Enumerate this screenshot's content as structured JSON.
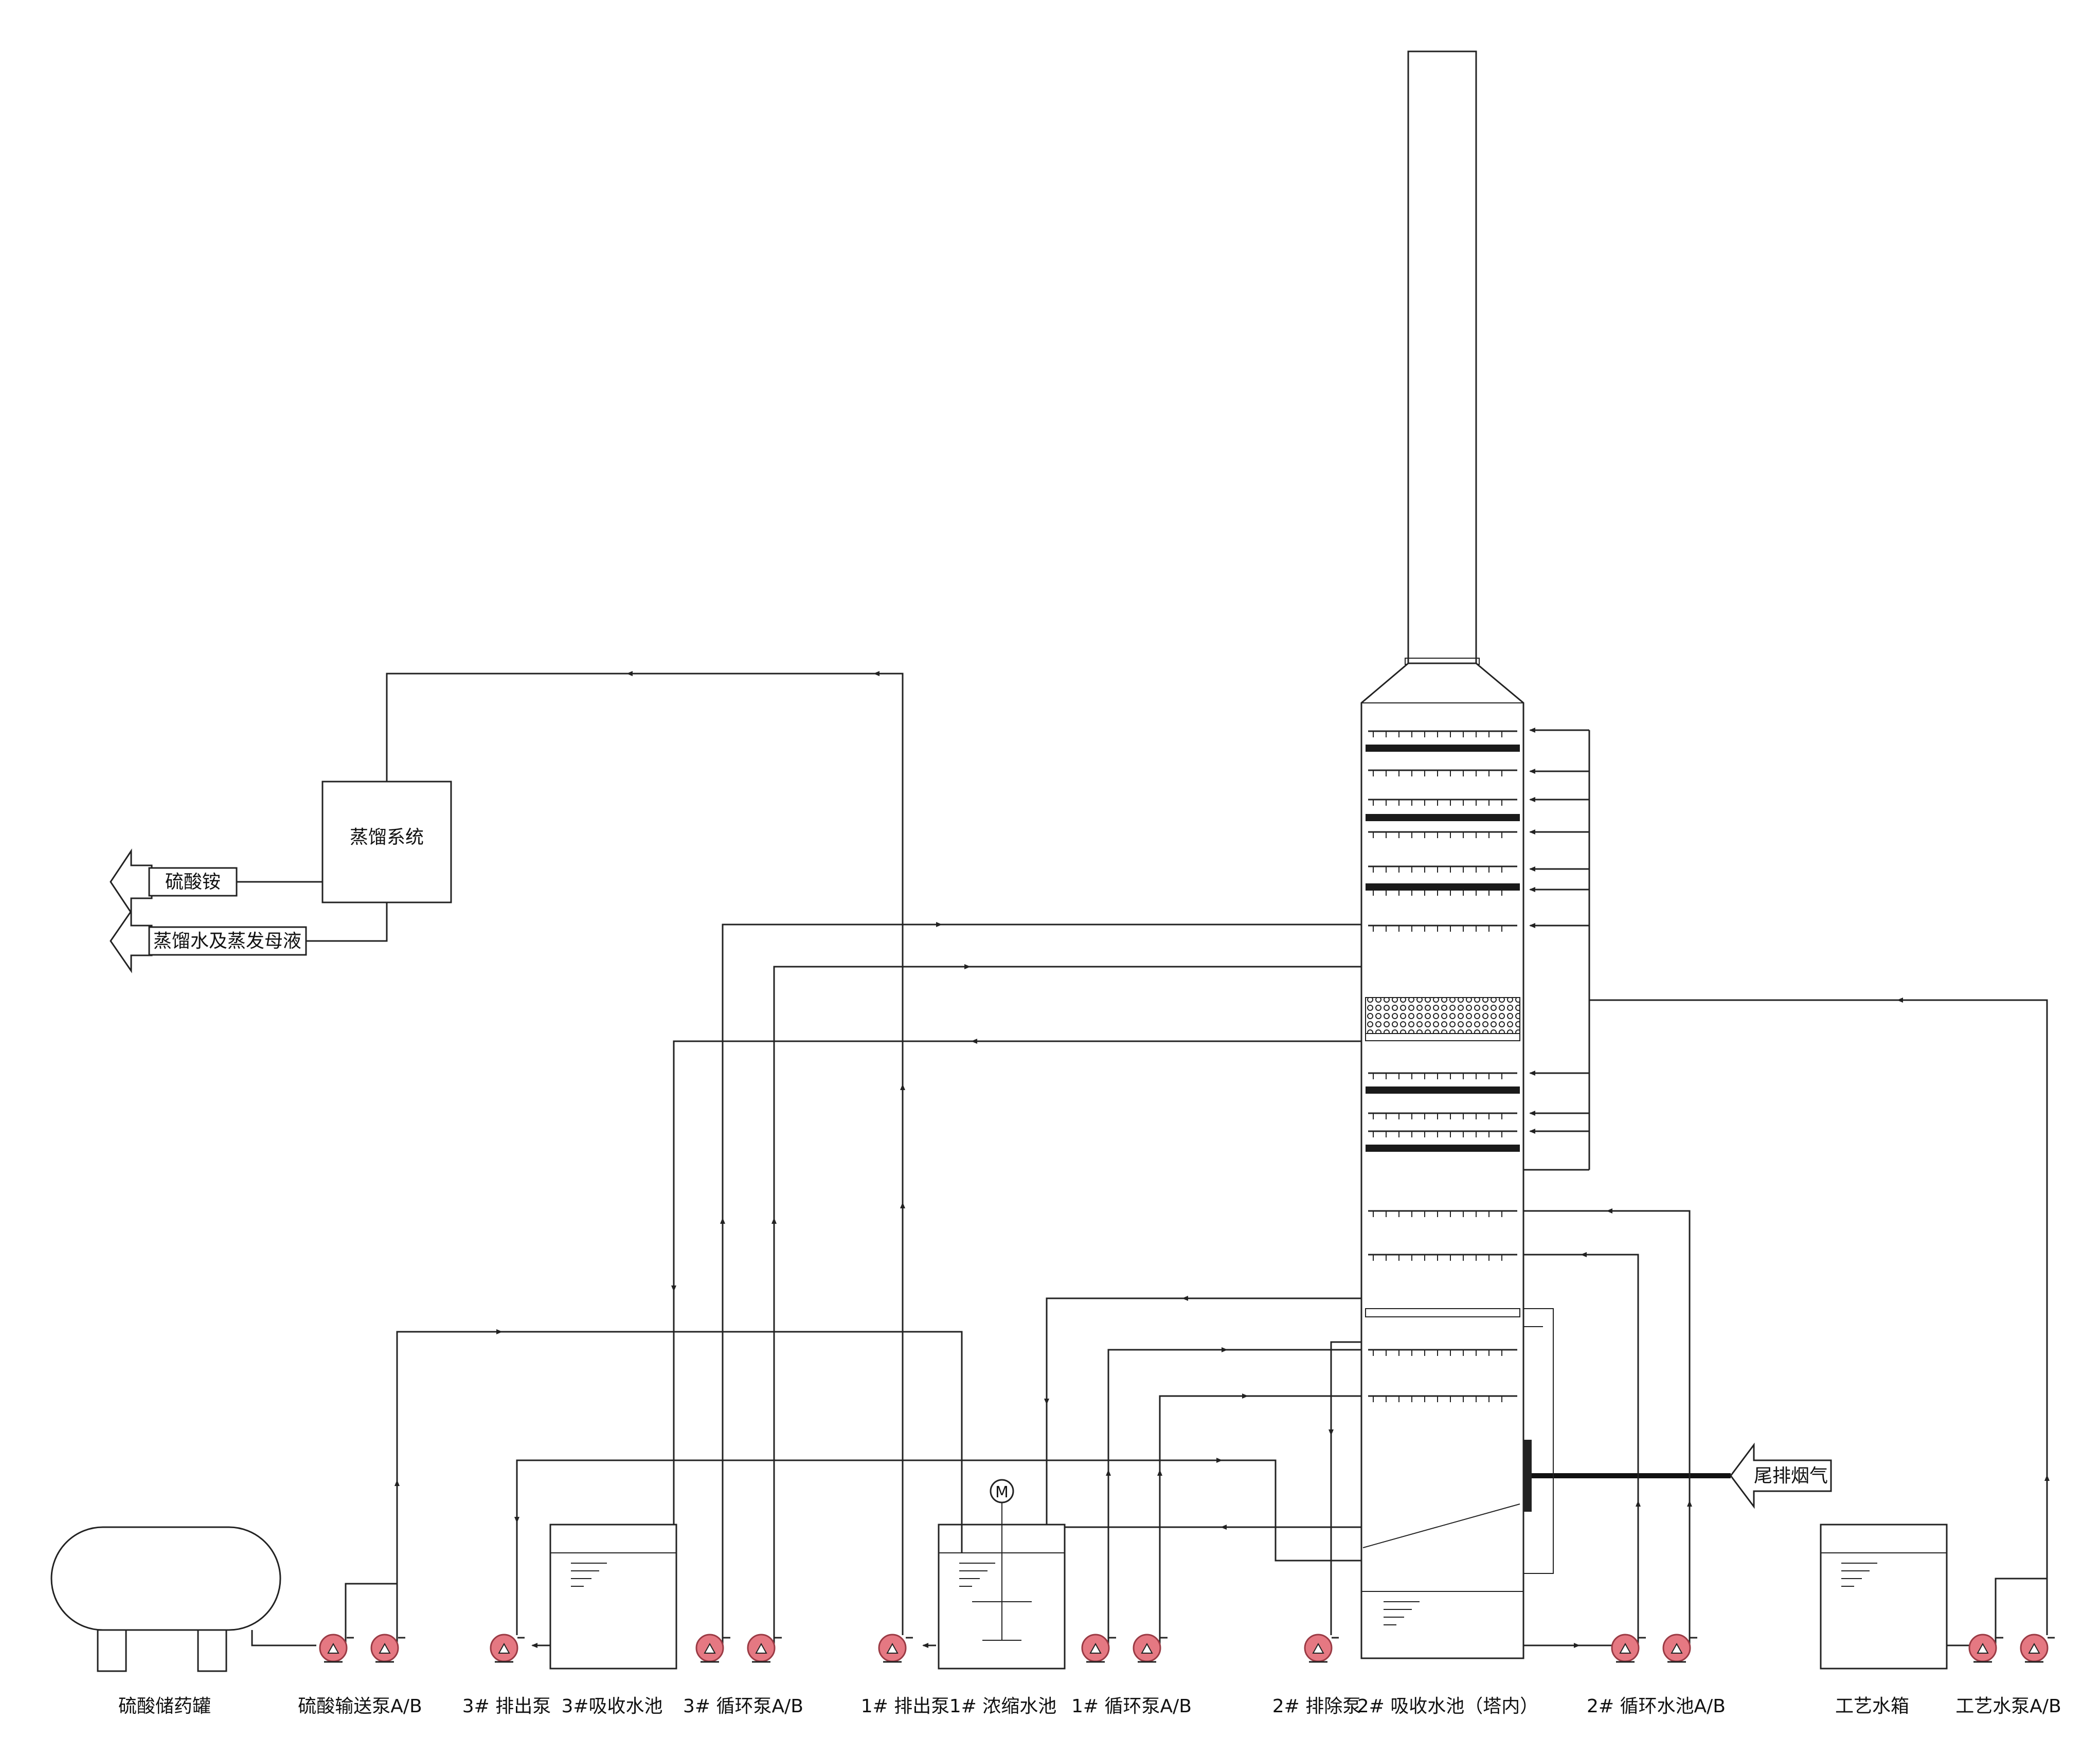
{
  "labels": {
    "sulfuric_tank": "硫酸储药罐",
    "sulfuric_pumps": "硫酸输送泵A/B",
    "pump3_out": "3# 排出泵",
    "pool3": "3#吸收水池",
    "pump3_circ": "3# 循环泵A/B",
    "pump1_out": "1# 排出泵",
    "pool1": "1# 浓缩水池",
    "pump1_circ": "1# 循环泵A/B",
    "pump2_out": "2# 排除泵",
    "pool2": "2# 吸收水池（塔内）",
    "pool2_circ": "2# 循环水池A/B",
    "process_tank": "工艺水箱",
    "process_pumps": "工艺水泵A/B",
    "distill": "蒸馏系统",
    "ammonium_sulfate": "硫酸铵",
    "distill_water": "蒸馏水及蒸发母液",
    "flue_gas": "尾排烟气",
    "motor": "M"
  },
  "colors": {
    "pump_fill": "#e57882",
    "line": "#222222"
  }
}
